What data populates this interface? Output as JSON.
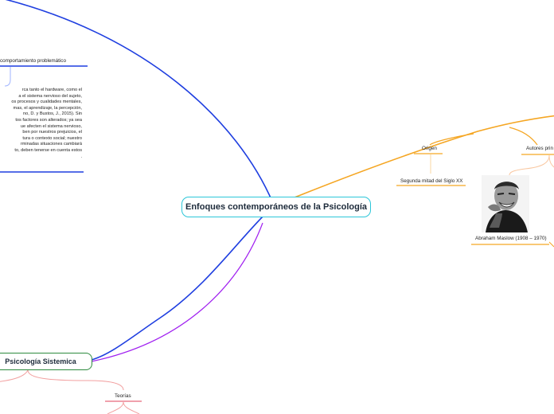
{
  "central_topic": "Enfoques contemporáneos de la Psicología",
  "branches": {
    "top_left": {
      "label_fragment": "comportamiento problemático",
      "note_lines": [
        "rca tanto el hardware, como el",
        "a el sistema nervioso del sujeto,",
        "os procesos y cualidades mentales,",
        "mas, el aprendizaje, la percepción,",
        "no, D. y Bustos, J., 2015). Sin",
        "tos factores son alterados; ya sea",
        "ue afecten el sistema nervioso,",
        "ben por nuestros prejuicios, el",
        "tura o contexto social; nuestro",
        "rminadas situaciones cambiará",
        "to, deben tenerse en cuenta estos",
        "."
      ]
    },
    "bottom_left": {
      "label": "Psicología Sistemica",
      "subtopic": "Teorías"
    },
    "right": {
      "origin": {
        "label": "Origen",
        "detail": "Segunda mitad del Siglo XX"
      },
      "authors": {
        "label": "Autores prin",
        "person": "Abraham Maslow (1908 – 1970)"
      }
    }
  },
  "colors": {
    "blue_branch": "#1f3fe0",
    "orange_branch": "#f5a623",
    "purple_branch": "#a020f0",
    "central_border": "#2cc6d8",
    "green_topic": "#2d8a3e"
  }
}
